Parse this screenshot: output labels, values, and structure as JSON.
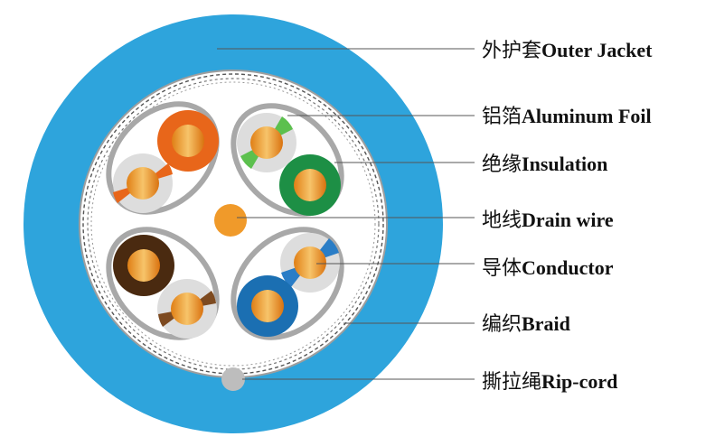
{
  "title": "",
  "callouts": [
    {
      "zh": "外护套",
      "en": "Outer Jacket"
    },
    {
      "zh": "铝箔",
      "en": "Aluminum Foil"
    },
    {
      "zh": "绝缘",
      "en": "Insulation"
    },
    {
      "zh": "地线",
      "en": "Drain wire"
    },
    {
      "zh": "导体",
      "en": "Conductor"
    },
    {
      "zh": "编织",
      "en": "Braid"
    },
    {
      "zh": "撕拉绳",
      "en": "Rip-cord"
    }
  ],
  "colors": {
    "jacket": "#2ea4dc",
    "jacket_rim": "#1c88c2",
    "foil": "#9e9e9e",
    "braid": "#555555",
    "core_bg": "#ffffff",
    "pair_wrap": "#a8a8a8",
    "stripe_bg": "#dddddd",
    "conductor": "#f09a2a",
    "orange": "#e8661a",
    "green": "#1d8f45",
    "light_green": "#5cc04e",
    "brown": "#4a2a10",
    "light_brown": "#7d4a20",
    "blue": "#1b6fb2",
    "light_blue": "#2a7dc6",
    "ripcord": "#bdbdbd",
    "leader": "#555555"
  },
  "pairs": [
    {
      "name": "orange-pair",
      "solid": "orange",
      "striped": "orange"
    },
    {
      "name": "green-pair",
      "solid": "green",
      "striped": "light_green"
    },
    {
      "name": "brown-pair",
      "solid": "brown",
      "striped": "light_brown"
    },
    {
      "name": "blue-pair",
      "solid": "blue",
      "striped": "light_blue"
    }
  ]
}
